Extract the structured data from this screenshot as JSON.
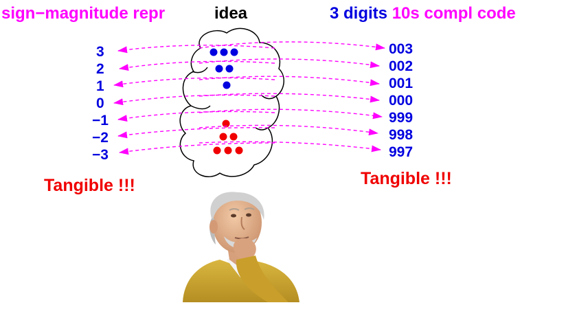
{
  "titles": {
    "left": "sign−magnitude repr",
    "center": "idea",
    "right_blue": "3 digits",
    "right_magenta": "10s compl code"
  },
  "colors": {
    "magenta": "#ff00ff",
    "blue": "#0000e0",
    "red": "#f00000",
    "black": "#000000"
  },
  "left_values": [
    "3",
    "2",
    "1",
    "0",
    "−1",
    "−2",
    "−3"
  ],
  "right_codes": [
    "003",
    "002",
    "001",
    "000",
    "999",
    "998",
    "997"
  ],
  "dot_counts": [
    3,
    2,
    1,
    0,
    1,
    2,
    3
  ],
  "tangible_left": "Tangible !!!",
  "tangible_right": "Tangible !!!",
  "figure": "thinking-man-illustration"
}
